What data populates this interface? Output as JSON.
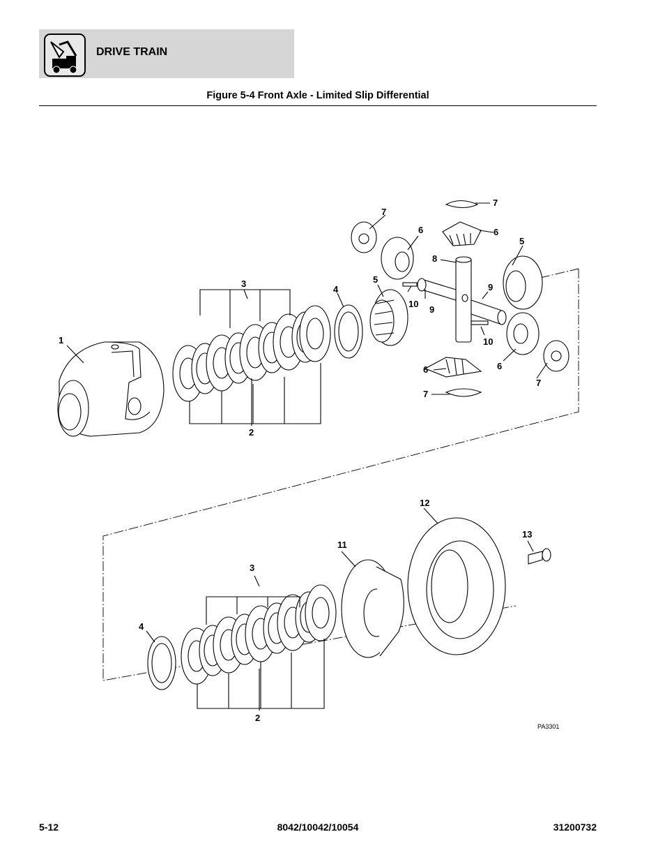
{
  "header": {
    "section": "DRIVE TRAIN",
    "logo_icon": "drive-train-vehicle-icon"
  },
  "figure": {
    "title": "Figure 5-4 Front Axle - Limited Slip Differential",
    "code": "PA3301"
  },
  "callouts": {
    "c1": "1",
    "c2a": "2",
    "c2b": "2",
    "c3a": "3",
    "c3b": "3",
    "c4a": "4",
    "c4b": "4",
    "c5a": "5",
    "c5b": "5",
    "c6a": "6",
    "c6b": "6",
    "c6c": "6",
    "c6d": "6",
    "c7a": "7",
    "c7b": "7",
    "c7c": "7",
    "c7d": "7",
    "c8": "8",
    "c9a": "9",
    "c9b": "9",
    "c10a": "10",
    "c10b": "10",
    "c11": "11",
    "c12": "12",
    "c13": "13"
  },
  "footer": {
    "page": "5-12",
    "models": "8042/10042/10054",
    "doc_number": "31200732"
  }
}
